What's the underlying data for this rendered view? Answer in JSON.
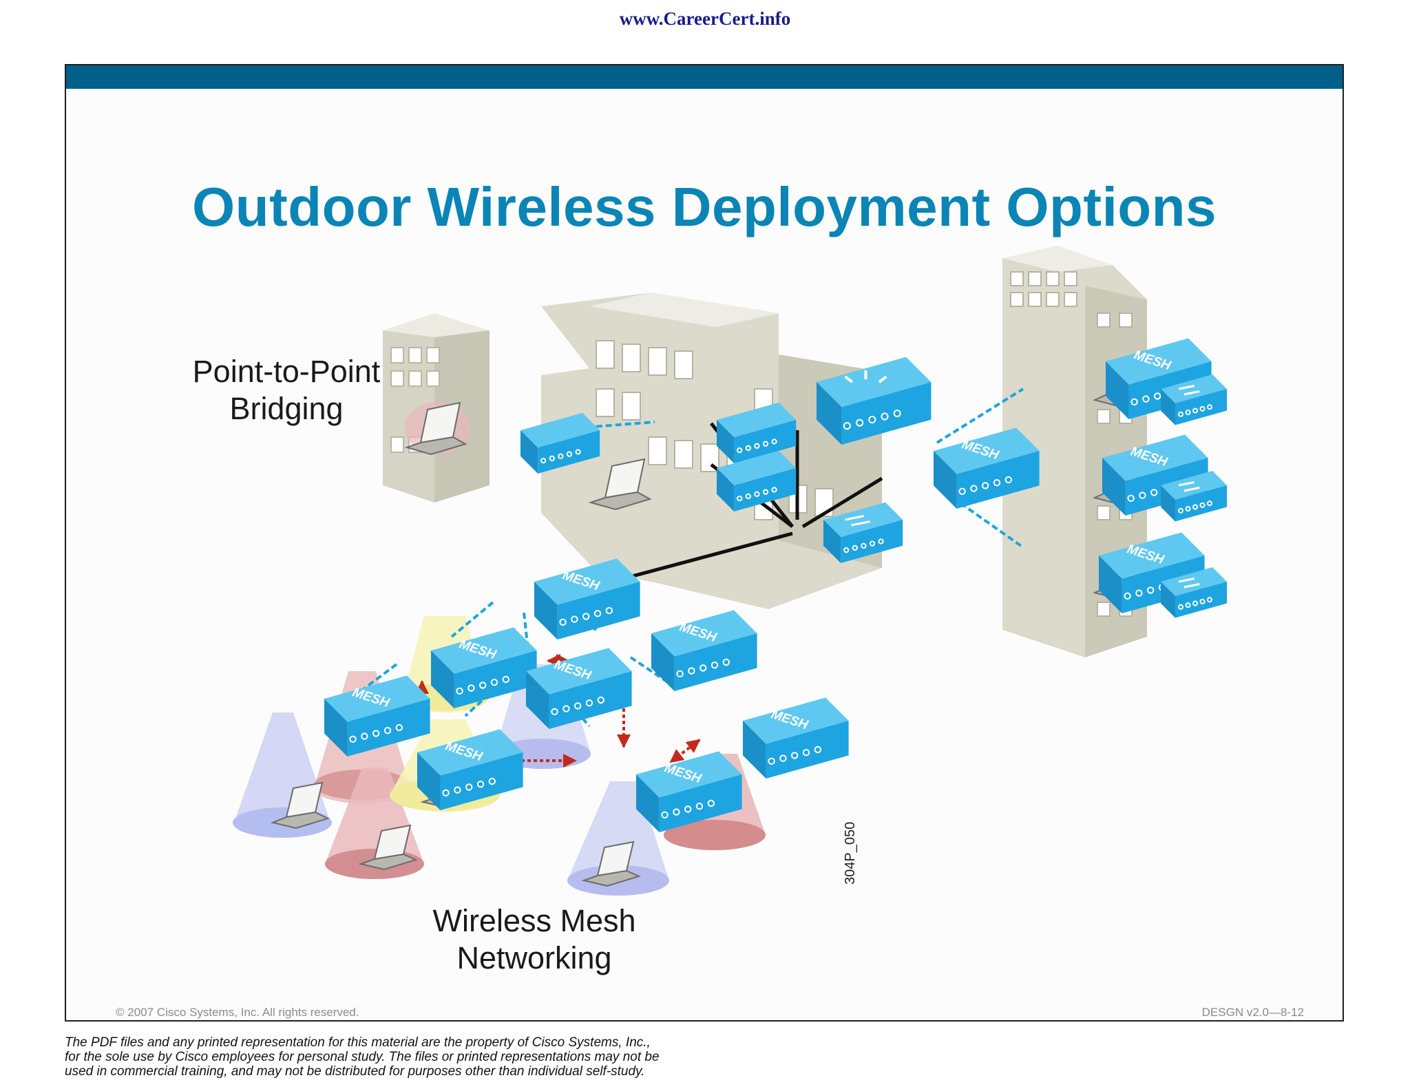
{
  "header": {
    "site_url": "www.CareerCert.info"
  },
  "slide": {
    "title": "Outdoor Wireless Deployment Options",
    "label_bridge": [
      "Point-to-Point",
      "Bridging"
    ],
    "label_mesh": [
      "Wireless Mesh",
      "Networking"
    ],
    "figure_id": "304P_050",
    "device_label": "MESH",
    "copyright": "© 2007 Cisco Systems, Inc. All rights reserved.",
    "course_id": "DESGN v2.0—8-12"
  },
  "disclaimer": [
    "The PDF files and any printed representation for this material are the property of Cisco Systems, Inc.,",
    "for the sole use by Cisco employees for personal study. The files or printed representations may not be",
    "used in commercial training, and may not be distributed for purposes other than individual self-study."
  ],
  "colors": {
    "accent_bar": "#006089",
    "title": "#0a85b5",
    "device": "#1ea4e0",
    "link": "#d43a2a"
  },
  "icons": [
    "building-icon",
    "laptop-icon",
    "access-point-icon",
    "mesh-access-point-icon",
    "router-icon",
    "switch-icon",
    "wireless-link-icon",
    "coverage-cone-icon"
  ]
}
